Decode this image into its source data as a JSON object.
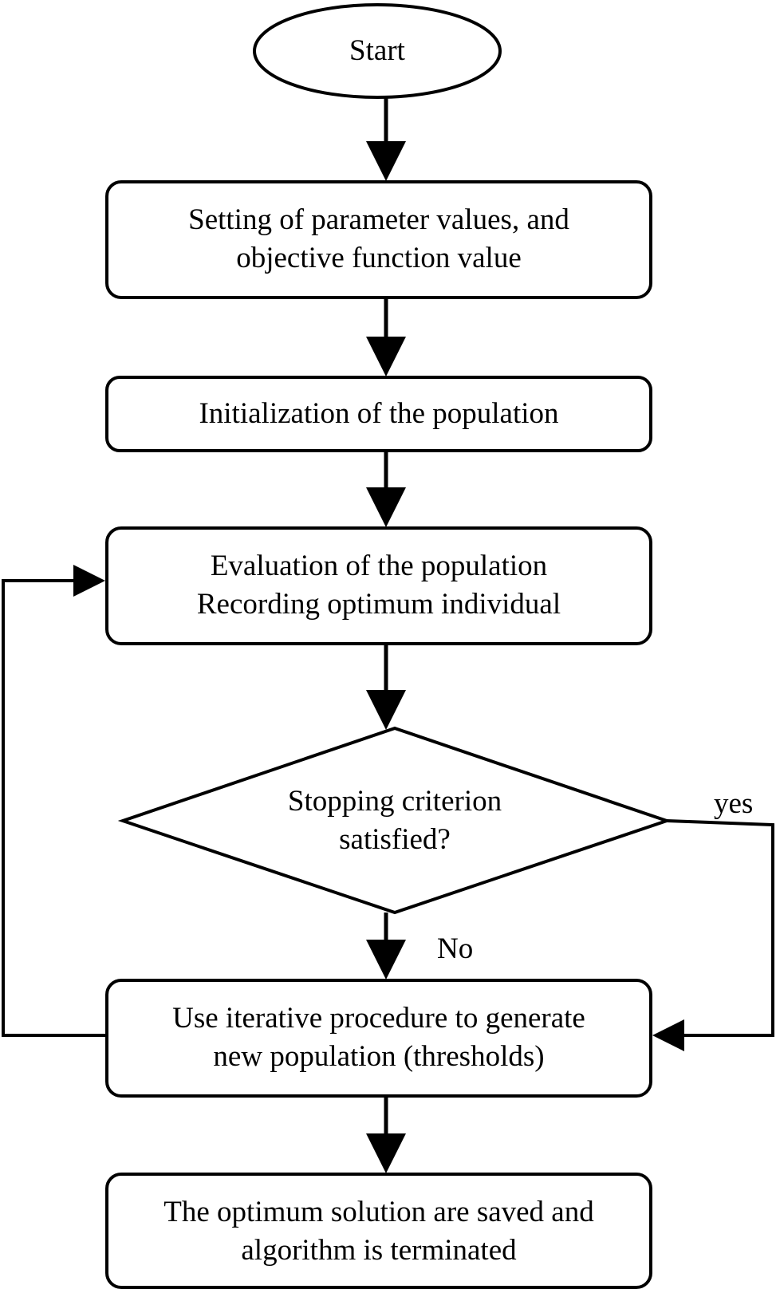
{
  "diagram": {
    "nodes": {
      "start": {
        "shape": "ellipse",
        "lines": [
          "Start"
        ]
      },
      "setting": {
        "shape": "rounded-rect",
        "lines": [
          "Setting of parameter values, and",
          "objective function value"
        ]
      },
      "initialization": {
        "shape": "rounded-rect",
        "lines": [
          "Initialization of the population"
        ]
      },
      "evaluation": {
        "shape": "rounded-rect",
        "lines": [
          "Evaluation of the population",
          "Recording optimum individual"
        ]
      },
      "decision": {
        "shape": "diamond",
        "lines": [
          "Stopping criterion",
          "satisfied?"
        ]
      },
      "iterate": {
        "shape": "rounded-rect",
        "lines": [
          "Use iterative procedure to generate",
          "new population (thresholds)"
        ]
      },
      "terminate": {
        "shape": "rounded-rect",
        "lines": [
          "The optimum solution are saved and",
          "algorithm is terminated"
        ]
      }
    },
    "edges": [
      {
        "from": "start",
        "to": "setting"
      },
      {
        "from": "setting",
        "to": "initialization"
      },
      {
        "from": "initialization",
        "to": "evaluation"
      },
      {
        "from": "evaluation",
        "to": "decision"
      },
      {
        "from": "decision",
        "to": "iterate",
        "label": "No"
      },
      {
        "from": "decision",
        "to": "iterate",
        "label": "yes",
        "route": "right"
      },
      {
        "from": "iterate",
        "to": "evaluation",
        "route": "left"
      },
      {
        "from": "iterate",
        "to": "terminate"
      }
    ],
    "edge_labels": {
      "no": "No",
      "yes": "yes"
    },
    "colors": {
      "stroke": "#000000",
      "fill": "#ffffff",
      "text": "#000000"
    }
  }
}
